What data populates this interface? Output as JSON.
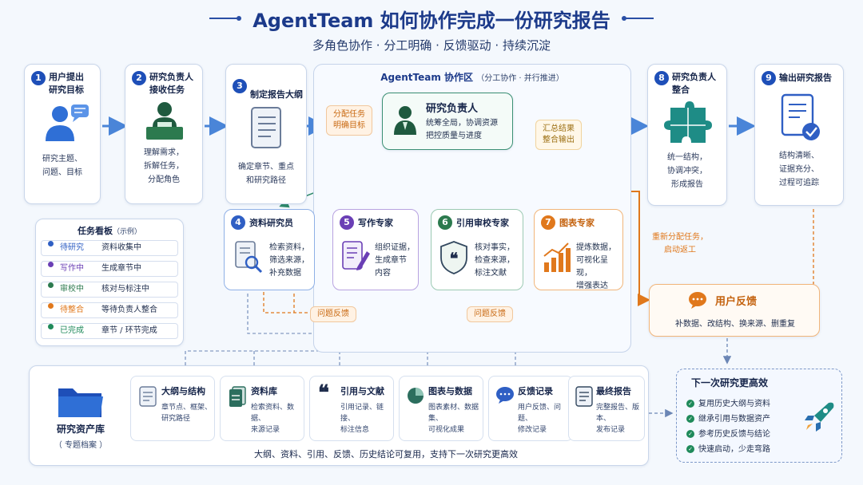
{
  "header": {
    "title": "AgentTeam 如何协作完成一份研究报告",
    "subtitle": "多角色协作 · 分工明确 · 反馈驱动 · 持续沉淀"
  },
  "steps": [
    {
      "num": "1",
      "title_l1": "用户提出",
      "title_l2": "研究目标",
      "desc_l1": "研究主题、",
      "desc_l2": "问题、目标",
      "desc_l3": ""
    },
    {
      "num": "2",
      "title_l1": "研究负责人",
      "title_l2": "接收任务",
      "desc_l1": "理解需求，",
      "desc_l2": "拆解任务，",
      "desc_l3": "分配角色"
    },
    {
      "num": "3",
      "title_l1": "制定报告大纲",
      "title_l2": "",
      "desc_l1": "确定章节、重点",
      "desc_l2": "和研究路径",
      "desc_l3": ""
    },
    {
      "num": "8",
      "title_l1": "研究负责人",
      "title_l2": "整合",
      "desc_l1": "统一结构，",
      "desc_l2": "协调冲突，",
      "desc_l3": "形成报告"
    },
    {
      "num": "9",
      "title_l1": "输出研究报告",
      "title_l2": "",
      "desc_l1": "结构清晰、",
      "desc_l2": "证据充分、",
      "desc_l3": "过程可追踪"
    }
  ],
  "zone": {
    "title": "AgentTeam 协作区",
    "note": "（分工协作 · 并行推进）",
    "assign_l1": "分配任务",
    "assign_l2": "明确目标",
    "summary_l1": "汇总结果",
    "summary_l2": "整合输出",
    "lead_title": "研究负责人",
    "lead_l1": "统筹全局，协调资源",
    "lead_l2": "把控质量与进度",
    "feedback_1": "问题反馈",
    "feedback_2": "问题反馈"
  },
  "experts": [
    {
      "num": "4",
      "title": "资料研究员",
      "l1": "检索资料，",
      "l2": "筛选来源，",
      "l3": "补充数据",
      "color": "#2f5fc4"
    },
    {
      "num": "5",
      "title": "写作专家",
      "l1": "组织证据，",
      "l2": "生成章节",
      "l3": "内容",
      "color": "#6a3fb5"
    },
    {
      "num": "6",
      "title": "引用审校专家",
      "l1": "核对事实，",
      "l2": "检查来源，",
      "l3": "标注文献",
      "color": "#2c7a4e"
    },
    {
      "num": "7",
      "title": "图表专家",
      "l1": "提炼数据，",
      "l2": "可视化呈现，",
      "l3": "增强表达",
      "color": "#e0781c"
    }
  ],
  "board": {
    "title": "任务看板",
    "note": "（示例）",
    "rows": [
      {
        "status": "待研究",
        "task": "资料收集中",
        "color": "#2f5fc4"
      },
      {
        "status": "写作中",
        "task": "生成章节中",
        "color": "#6a3fb5"
      },
      {
        "status": "审校中",
        "task": "核对与标注中",
        "color": "#2c7a4e"
      },
      {
        "status": "待整合",
        "task": "等待负责人整合",
        "color": "#e0781c"
      },
      {
        "status": "已完成",
        "task": "章节 / 环节完成",
        "color": "#1f8a5a"
      }
    ]
  },
  "reassign": {
    "l1": "重新分配任务，",
    "l2": "启动返工"
  },
  "feedback": {
    "title": "用户反馈",
    "desc": "补数据、改结构、换来源、删重复"
  },
  "assets": {
    "title": "研究资产库",
    "note": "（ 专题档案 ）",
    "footer": "大纲、资料、引用、反馈、历史结论可复用，支持下一次研究更高效",
    "cards": [
      {
        "title": "大纲与结构",
        "l1": "章节点、框架、",
        "l2": "研究路径"
      },
      {
        "title": "资料库",
        "l1": "检索资料、数据、",
        "l2": "来源记录"
      },
      {
        "title": "引用与文献",
        "l1": "引用记录、链接、",
        "l2": "标注信息"
      },
      {
        "title": "图表与数据",
        "l1": "图表素材、数据集、",
        "l2": "可视化成果"
      },
      {
        "title": "反馈记录",
        "l1": "用户反馈、问题、",
        "l2": "修改记录"
      },
      {
        "title": "最终报告",
        "l1": "完整报告、版本、",
        "l2": "发布记录"
      }
    ]
  },
  "next": {
    "title": "下一次研究更高效",
    "items": [
      "复用历史大纲与资料",
      "继承引用与数据资产",
      "参考历史反馈与结论",
      "快速启动，少走弯路"
    ]
  },
  "colors": {
    "primary": "#1e4fb8",
    "orange": "#e0781c",
    "green": "#2c7a4e",
    "purple": "#6a3fb5"
  }
}
